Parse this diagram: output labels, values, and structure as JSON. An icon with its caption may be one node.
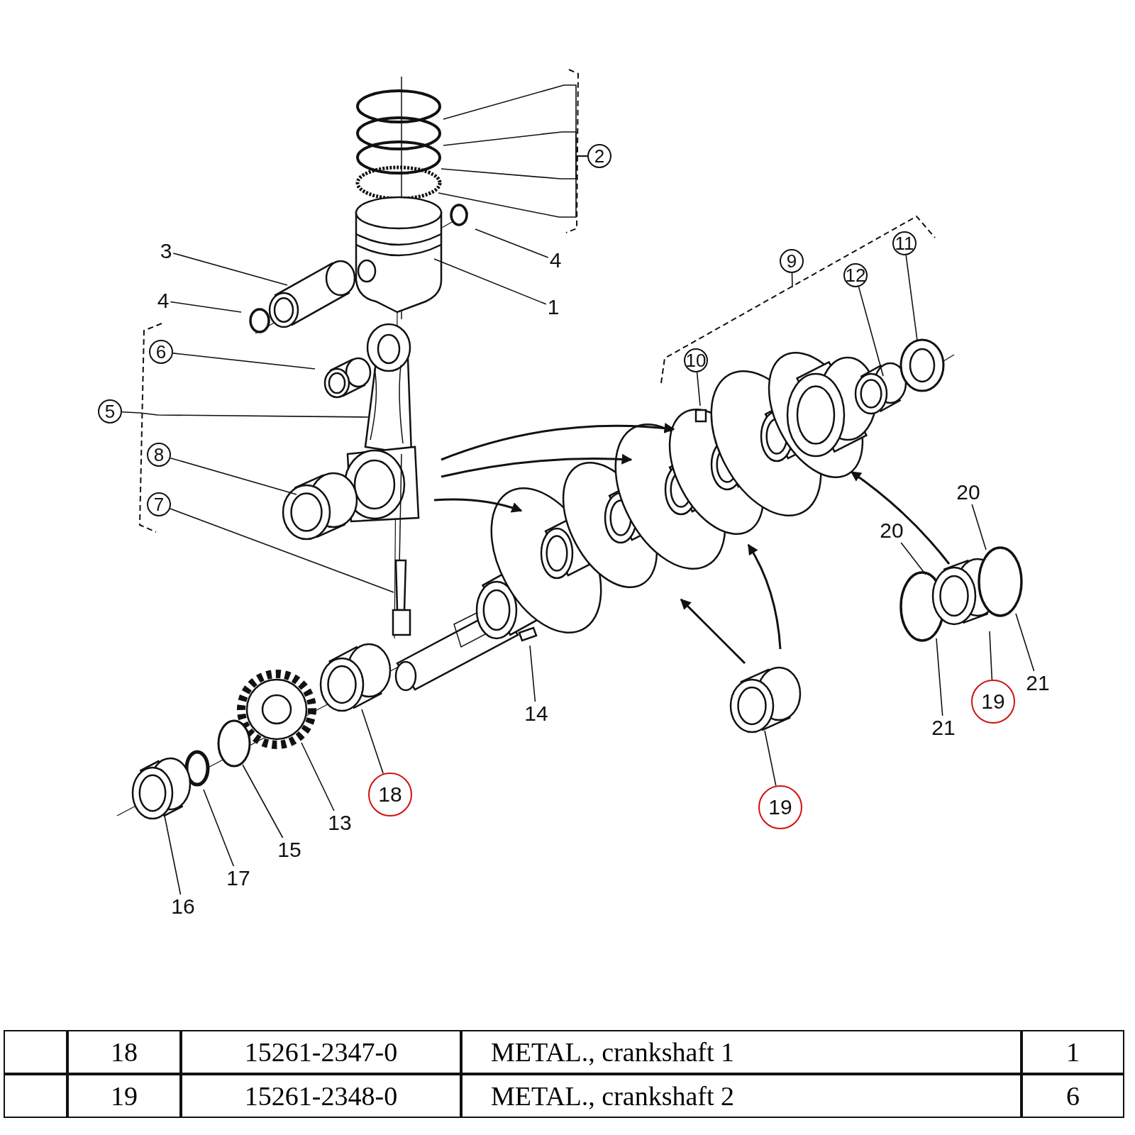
{
  "diagram": {
    "nodes": [
      {
        "text": [
          "2"
        ]
      },
      {
        "text": [
          "4"
        ]
      },
      {
        "text": [
          "3"
        ]
      },
      {
        "text": [
          "1"
        ]
      },
      {
        "text": [
          "4"
        ]
      },
      {
        "text": [
          "6"
        ]
      },
      {
        "text": [
          "5"
        ]
      },
      {
        "text": [
          "8"
        ]
      },
      {
        "text": [
          "7"
        ]
      },
      {
        "text": [
          "9"
        ]
      },
      {
        "text": [
          "12"
        ]
      },
      {
        "text": [
          "11"
        ]
      },
      {
        "text": [
          "10"
        ]
      },
      {
        "text": [
          "20"
        ]
      },
      {
        "text": [
          "20"
        ]
      },
      {
        "text": [
          "21"
        ]
      },
      {
        "text": [
          "19"
        ]
      },
      {
        "text": [
          "21"
        ]
      },
      {
        "text": [
          "14"
        ]
      },
      {
        "text": [
          "18"
        ]
      },
      {
        "text": [
          "19"
        ]
      },
      {
        "text": [
          "13"
        ]
      },
      {
        "text": [
          "15"
        ]
      },
      {
        "text": [
          "17"
        ]
      },
      {
        "text": [
          "16"
        ]
      }
    ],
    "edges": [
      {
        "from": 0,
        "to": null,
        "arrow": "none"
      },
      {
        "from": 0,
        "to": null,
        "arrow": "none"
      },
      {
        "from": 0,
        "to": null,
        "arrow": "none"
      },
      {
        "from": 0,
        "to": null,
        "arrow": "none"
      },
      {
        "from": 1,
        "to": null,
        "arrow": "none"
      },
      {
        "from": 2,
        "to": null,
        "arrow": "none"
      },
      {
        "from": 3,
        "to": null,
        "arrow": "none"
      },
      {
        "from": 4,
        "to": null,
        "arrow": "none"
      },
      {
        "from": 5,
        "to": null,
        "arrow": "none"
      },
      {
        "from": 6,
        "to": null,
        "arrow": "none"
      },
      {
        "from": 7,
        "to": null,
        "arrow": "none"
      },
      {
        "from": 8,
        "to": null,
        "arrow": "none"
      },
      {
        "from": 9,
        "to": null,
        "arrow": "none"
      },
      {
        "from": 10,
        "to": null,
        "arrow": "none"
      },
      {
        "from": 11,
        "to": null,
        "arrow": "none"
      },
      {
        "from": 12,
        "to": null,
        "arrow": "none"
      },
      {
        "from": 13,
        "to": null,
        "arrow": "none"
      },
      {
        "from": 14,
        "to": null,
        "arrow": "none"
      },
      {
        "from": 15,
        "to": null,
        "arrow": "none"
      },
      {
        "from": 16,
        "to": null,
        "arrow": "none"
      },
      {
        "from": 17,
        "to": null,
        "arrow": "none"
      },
      {
        "from": 18,
        "to": null,
        "arrow": "none"
      },
      {
        "from": 19,
        "to": null,
        "arrow": "none"
      },
      {
        "from": 20,
        "to": null,
        "arrow": "none"
      },
      {
        "from": 21,
        "to": null,
        "arrow": "none"
      },
      {
        "from": 22,
        "to": null,
        "arrow": "none"
      },
      {
        "from": 23,
        "to": null,
        "arrow": "none"
      },
      {
        "from": 24,
        "to": null,
        "arrow": "none"
      }
    ],
    "labels": [
      "18",
      "15261-2347-0",
      "METAL., crankshaft 1",
      "1",
      "19",
      "15261-2348-0",
      "METAL., crankshaft 2",
      "6"
    ]
  }
}
